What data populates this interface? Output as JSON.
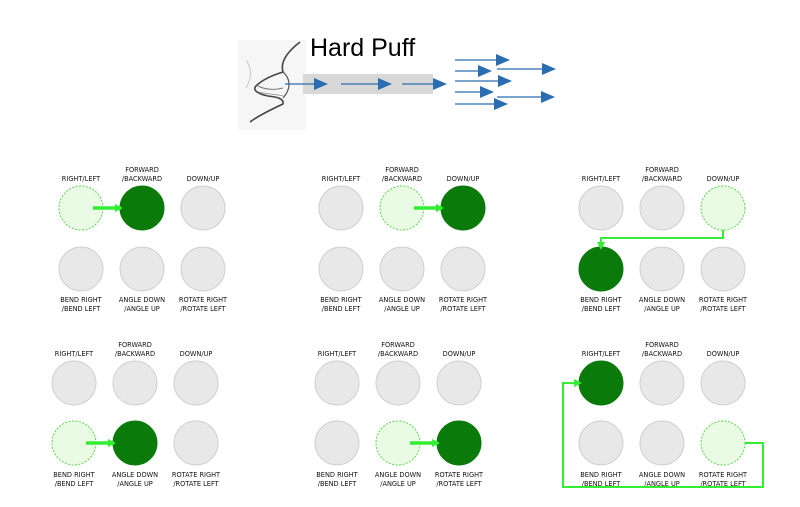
{
  "title": "Hard Puff",
  "labels": {
    "right_left": "RIGHT/LEFT",
    "forward_l1": "FORWARD",
    "forward_l2": "/BACKWARD",
    "down_up": "DOWN/UP",
    "bend_l1": "BEND RIGHT",
    "bend_l2": "/BEND LEFT",
    "angle_l1": "ANGLE DOWN",
    "angle_l2": "/ANGLE UP",
    "rotate_l1": "ROTATE RIGHT",
    "rotate_l2": "/ROTATE LEFT"
  },
  "panels": [
    {
      "from": "right-left",
      "to": "forward-backward"
    },
    {
      "from": "forward-backward",
      "to": "down-up"
    },
    {
      "from": "down-up",
      "to": "bend"
    },
    {
      "from": "bend",
      "to": "angle"
    },
    {
      "from": "angle",
      "to": "rotate"
    },
    {
      "from": "rotate",
      "to": "right-left"
    }
  ],
  "colors": {
    "inactive_fill": "#e8e8e8",
    "inactive_stroke": "#cfcfcf",
    "source_fill": "#e9fbe4",
    "source_stroke": "#5ad84a",
    "target_fill": "#0a7a0a",
    "arrow": "#33ee33",
    "air_arrow": "#2a6db0",
    "air_band": "#d8d8d8"
  }
}
